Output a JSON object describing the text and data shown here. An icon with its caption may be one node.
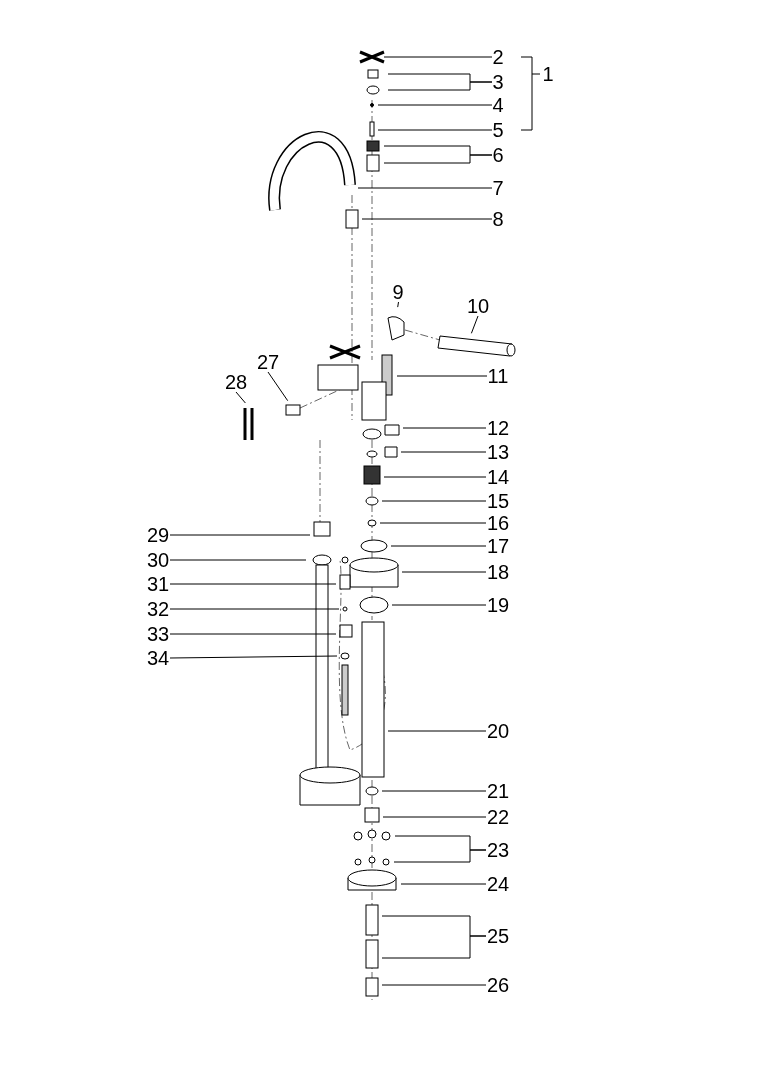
{
  "diagram": {
    "nodes": [
      {
        "text": [
          "2"
        ]
      },
      {
        "text": [
          "3"
        ]
      },
      {
        "text": [
          "4"
        ]
      },
      {
        "text": [
          "5"
        ]
      },
      {
        "text": [
          "6"
        ]
      },
      {
        "text": [
          "7"
        ]
      },
      {
        "text": [
          "8"
        ]
      },
      {
        "text": [
          "9"
        ]
      },
      {
        "text": [
          "10"
        ]
      },
      {
        "text": [
          "11"
        ]
      },
      {
        "text": [
          "12"
        ]
      },
      {
        "text": [
          "13"
        ]
      },
      {
        "text": [
          "14"
        ]
      },
      {
        "text": [
          "15"
        ]
      },
      {
        "text": [
          "16"
        ]
      },
      {
        "text": [
          "17"
        ]
      },
      {
        "text": [
          "18"
        ]
      },
      {
        "text": [
          "19"
        ]
      },
      {
        "text": [
          "20"
        ]
      },
      {
        "text": [
          "21"
        ]
      },
      {
        "text": [
          "22"
        ]
      },
      {
        "text": [
          "23"
        ]
      },
      {
        "text": [
          "24"
        ]
      },
      {
        "text": [
          "25"
        ]
      },
      {
        "text": [
          "26"
        ]
      },
      {
        "text": [
          "27"
        ]
      },
      {
        "text": [
          "28"
        ]
      },
      {
        "text": [
          "29"
        ]
      },
      {
        "text": [
          "30"
        ]
      },
      {
        "text": [
          "31"
        ]
      },
      {
        "text": [
          "32"
        ]
      },
      {
        "text": [
          "33"
        ]
      },
      {
        "text": [
          "34"
        ]
      }
    ],
    "edges": [
      {
        "from": 0,
        "to": null,
        "arrow": "none"
      },
      {
        "from": 1,
        "to": null,
        "arrow": "none"
      },
      {
        "from": 1,
        "to": null,
        "arrow": "none"
      },
      {
        "from": 2,
        "to": null,
        "arrow": "none"
      },
      {
        "from": 3,
        "to": null,
        "arrow": "none"
      },
      {
        "from": 4,
        "to": null,
        "arrow": "none"
      },
      {
        "from": 4,
        "to": null,
        "arrow": "none"
      },
      {
        "from": 5,
        "to": null,
        "arrow": "none"
      },
      {
        "from": 6,
        "to": null,
        "arrow": "none"
      },
      {
        "from": 7,
        "to": null,
        "arrow": "none"
      },
      {
        "from": 8,
        "to": null,
        "arrow": "none"
      },
      {
        "from": 9,
        "to": null,
        "arrow": "none"
      },
      {
        "from": 10,
        "to": null,
        "arrow": "none"
      },
      {
        "from": 11,
        "to": null,
        "arrow": "none"
      },
      {
        "from": 12,
        "to": null,
        "arrow": "none"
      },
      {
        "from": 13,
        "to": null,
        "arrow": "none"
      },
      {
        "from": 14,
        "to": null,
        "arrow": "none"
      },
      {
        "from": 15,
        "to": null,
        "arrow": "none"
      },
      {
        "from": 16,
        "to": null,
        "arrow": "none"
      },
      {
        "from": 17,
        "to": null,
        "arrow": "none"
      },
      {
        "from": 18,
        "to": null,
        "arrow": "none"
      },
      {
        "from": 19,
        "to": null,
        "arrow": "none"
      },
      {
        "from": 20,
        "to": null,
        "arrow": "none"
      },
      {
        "from": 21,
        "to": null,
        "arrow": "none"
      },
      {
        "from": 21,
        "to": null,
        "arrow": "none"
      },
      {
        "from": 22,
        "to": null,
        "arrow": "none"
      },
      {
        "from": 23,
        "to": null,
        "arrow": "none"
      },
      {
        "from": 23,
        "to": null,
        "arrow": "none"
      },
      {
        "from": 24,
        "to": null,
        "arrow": "none"
      },
      {
        "from": 25,
        "to": null,
        "arrow": "none"
      },
      {
        "from": 26,
        "to": null,
        "arrow": "none"
      },
      {
        "from": 27,
        "to": null,
        "arrow": "none"
      },
      {
        "from": 28,
        "to": null,
        "arrow": "none"
      },
      {
        "from": 29,
        "to": null,
        "arrow": "none"
      },
      {
        "from": 30,
        "to": null,
        "arrow": "none"
      },
      {
        "from": 31,
        "to": null,
        "arrow": "none"
      },
      {
        "from": 32,
        "to": null,
        "arrow": "none"
      }
    ],
    "labels": [
      "1"
    ]
  }
}
